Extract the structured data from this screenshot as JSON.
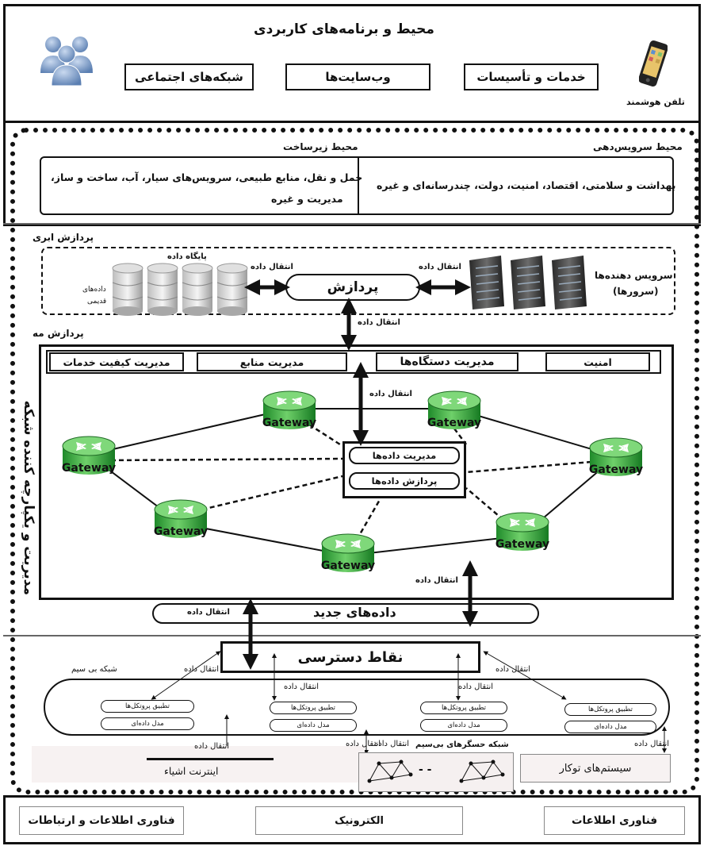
{
  "apps": {
    "title": "محیط و برنامه‌های کاربردی",
    "social": "شبکه‌های اجتماعی",
    "websites": "وب‌سایت‌ها",
    "services": "خدمات و تأسیسات",
    "smartphone": "تلفن هوشمند"
  },
  "layer2": {
    "infra_title": "محیط زیرساخت",
    "infra_text_1": "حمل و نقل، منابع طبیعی، سرویس‌های سیار، آب، ساخت و ساز،",
    "infra_text_2": "مدیریت و غیره",
    "service_title": "محیط سرویس‌دهی",
    "service_text": "بهداشت و سلامتی، اقتصاد، امنیت، دولت، چندرسانه‌ای و غیره"
  },
  "cloud": {
    "title": "پردازش ابری",
    "database": "پایگاه داده",
    "legacy_1": "داده‌های",
    "legacy_2": "قدیمی",
    "processing": "پردازش",
    "transfer": "انتقال داده",
    "servers_1": "سرویس دهنده‌ها",
    "servers_2": "(سرورها)"
  },
  "fog": {
    "title": "پردازش مه",
    "qos": "مدیریت کیفیت خدمات",
    "resources": "مدیریت منابع",
    "devices": "مدیریت دستگاه‌ها",
    "security": "امنیت",
    "data_mgmt": "مدیریت داده‌ها",
    "data_proc": "پردازش داده‌ها",
    "gateway": "Gateway",
    "new_data": "داده‌های جدید",
    "transfer": "انتقال داده"
  },
  "side": "مدیریت و یکپارچه کننده شبکه",
  "access": {
    "title": "نقاط دسترسی",
    "wireless": "شبکه بی سیم",
    "transfer": "انتقال داده",
    "protocol_app": "تطبیق پروتکل‌ها",
    "data_model": "مدل داده‌ای",
    "iot": "اینترنت اشیاء",
    "sensor_net": "شبکه حسگرهای بی‌سیم",
    "dots": "- -",
    "auto_systems": "سیستم‌های توکار"
  },
  "footer": {
    "ict": "فناوری اطلاعات و ارتباطات",
    "electronics": "الکترونیک",
    "it": "فناوری اطلاعات"
  }
}
